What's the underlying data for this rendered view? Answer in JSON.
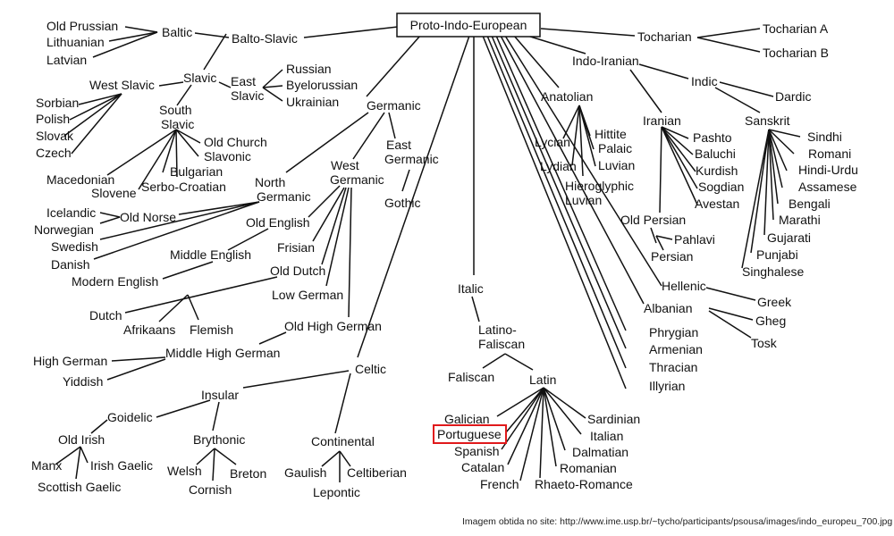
{
  "root": "Proto-Indo-European",
  "source_note": "Imagem obtida no site: http://www.ime.usp.br/~tycho/participants/psousa/images/indo_europeu_700.jpg",
  "highlighted": "Portuguese",
  "nodes": {
    "old_prussian": "Old Prussian",
    "lithuanian": "Lithuanian",
    "latvian": "Latvian",
    "baltic": "Baltic",
    "balto_slavic": "Balto-Slavic",
    "slavic": "Slavic",
    "west_slavic": "West Slavic",
    "east_slavic_1": "East",
    "east_slavic_2": "Slavic",
    "russian": "Russian",
    "byelorussian": "Byelorussian",
    "ukrainian": "Ukrainian",
    "sorbian": "Sorbian",
    "polish": "Polish",
    "slovak": "Slovak",
    "czech": "Czech",
    "south_slavic_1": "South",
    "south_slavic_2": "Slavic",
    "old_church_1": "Old Church",
    "old_church_2": "Slavonic",
    "macedonian": "Macedonian",
    "slovene": "Slovene",
    "bulgarian": "Bulgarian",
    "serbo_croatian": "Serbo-Croatian",
    "germanic": "Germanic",
    "north_germanic_1": "North",
    "north_germanic_2": "Germanic",
    "west_germanic_1": "West",
    "west_germanic_2": "Germanic",
    "east_germanic_1": "East",
    "east_germanic_2": "Germanic",
    "gothic": "Gothic",
    "icelandic": "Icelandic",
    "old_norse": "Old Norse",
    "norwegian": "Norwegian",
    "swedish": "Swedish",
    "danish": "Danish",
    "old_english": "Old English",
    "middle_english": "Middle English",
    "modern_english": "Modern English",
    "frisian": "Frisian",
    "old_dutch": "Old Dutch",
    "low_german": "Low German",
    "dutch": "Dutch",
    "afrikaans": "Afrikaans",
    "flemish": "Flemish",
    "old_high_german": "Old High German",
    "middle_high_german": "Middle High German",
    "high_german": "High German",
    "yiddish": "Yiddish",
    "celtic": "Celtic",
    "insular": "Insular",
    "goidelic": "Goidelic",
    "old_irish": "Old Irish",
    "manx": "Manx",
    "irish_gaelic": "Irish Gaelic",
    "scottish_gaelic": "Scottish Gaelic",
    "brythonic": "Brythonic",
    "welsh": "Welsh",
    "breton": "Breton",
    "cornish": "Cornish",
    "continental": "Continental",
    "gaulish": "Gaulish",
    "celtiberian": "Celtiberian",
    "lepontic": "Lepontic",
    "italic": "Italic",
    "latino_faliscan_1": "Latino-",
    "latino_faliscan_2": "Faliscan",
    "faliscan": "Faliscan",
    "latin": "Latin",
    "galician": "Galician",
    "portuguese": "Portuguese",
    "spanish": "Spanish",
    "catalan": "Catalan",
    "french": "French",
    "rhaeto_romance": "Rhaeto-Romance",
    "romanian": "Romanian",
    "dalmatian": "Dalmatian",
    "italian": "Italian",
    "sardinian": "Sardinian",
    "tocharian": "Tocharian",
    "tocharian_a": "Tocharian A",
    "tocharian_b": "Tocharian B",
    "indo_iranian": "Indo-Iranian",
    "indic": "Indic",
    "dardic": "Dardic",
    "anatolian": "Anatolian",
    "lycian": "Lycian",
    "lydian": "Lydian",
    "hittite": "Hittite",
    "palaic": "Palaic",
    "luvian": "Luvian",
    "hieroglyphic_1": "Hieroglyphic",
    "hieroglyphic_2": "Luvian",
    "iranian": "Iranian",
    "pashto": "Pashto",
    "baluchi": "Baluchi",
    "kurdish": "Kurdish",
    "sogdian": "Sogdian",
    "avestan": "Avestan",
    "old_persian": "Old Persian",
    "pahlavi": "Pahlavi",
    "persian": "Persian",
    "sanskrit": "Sanskrit",
    "sindhi": "Sindhi",
    "romani": "Romani",
    "hindi_urdu": "Hindi-Urdu",
    "assamese": "Assamese",
    "bengali": "Bengali",
    "marathi": "Marathi",
    "gujarati": "Gujarati",
    "punjabi": "Punjabi",
    "singhalese": "Singhalese",
    "hellenic": "Hellenic",
    "greek": "Greek",
    "albanian": "Albanian",
    "gheg": "Gheg",
    "tosk": "Tosk",
    "phrygian": "Phrygian",
    "armenian": "Armenian",
    "thracian": "Thracian",
    "illyrian": "Illyrian"
  }
}
